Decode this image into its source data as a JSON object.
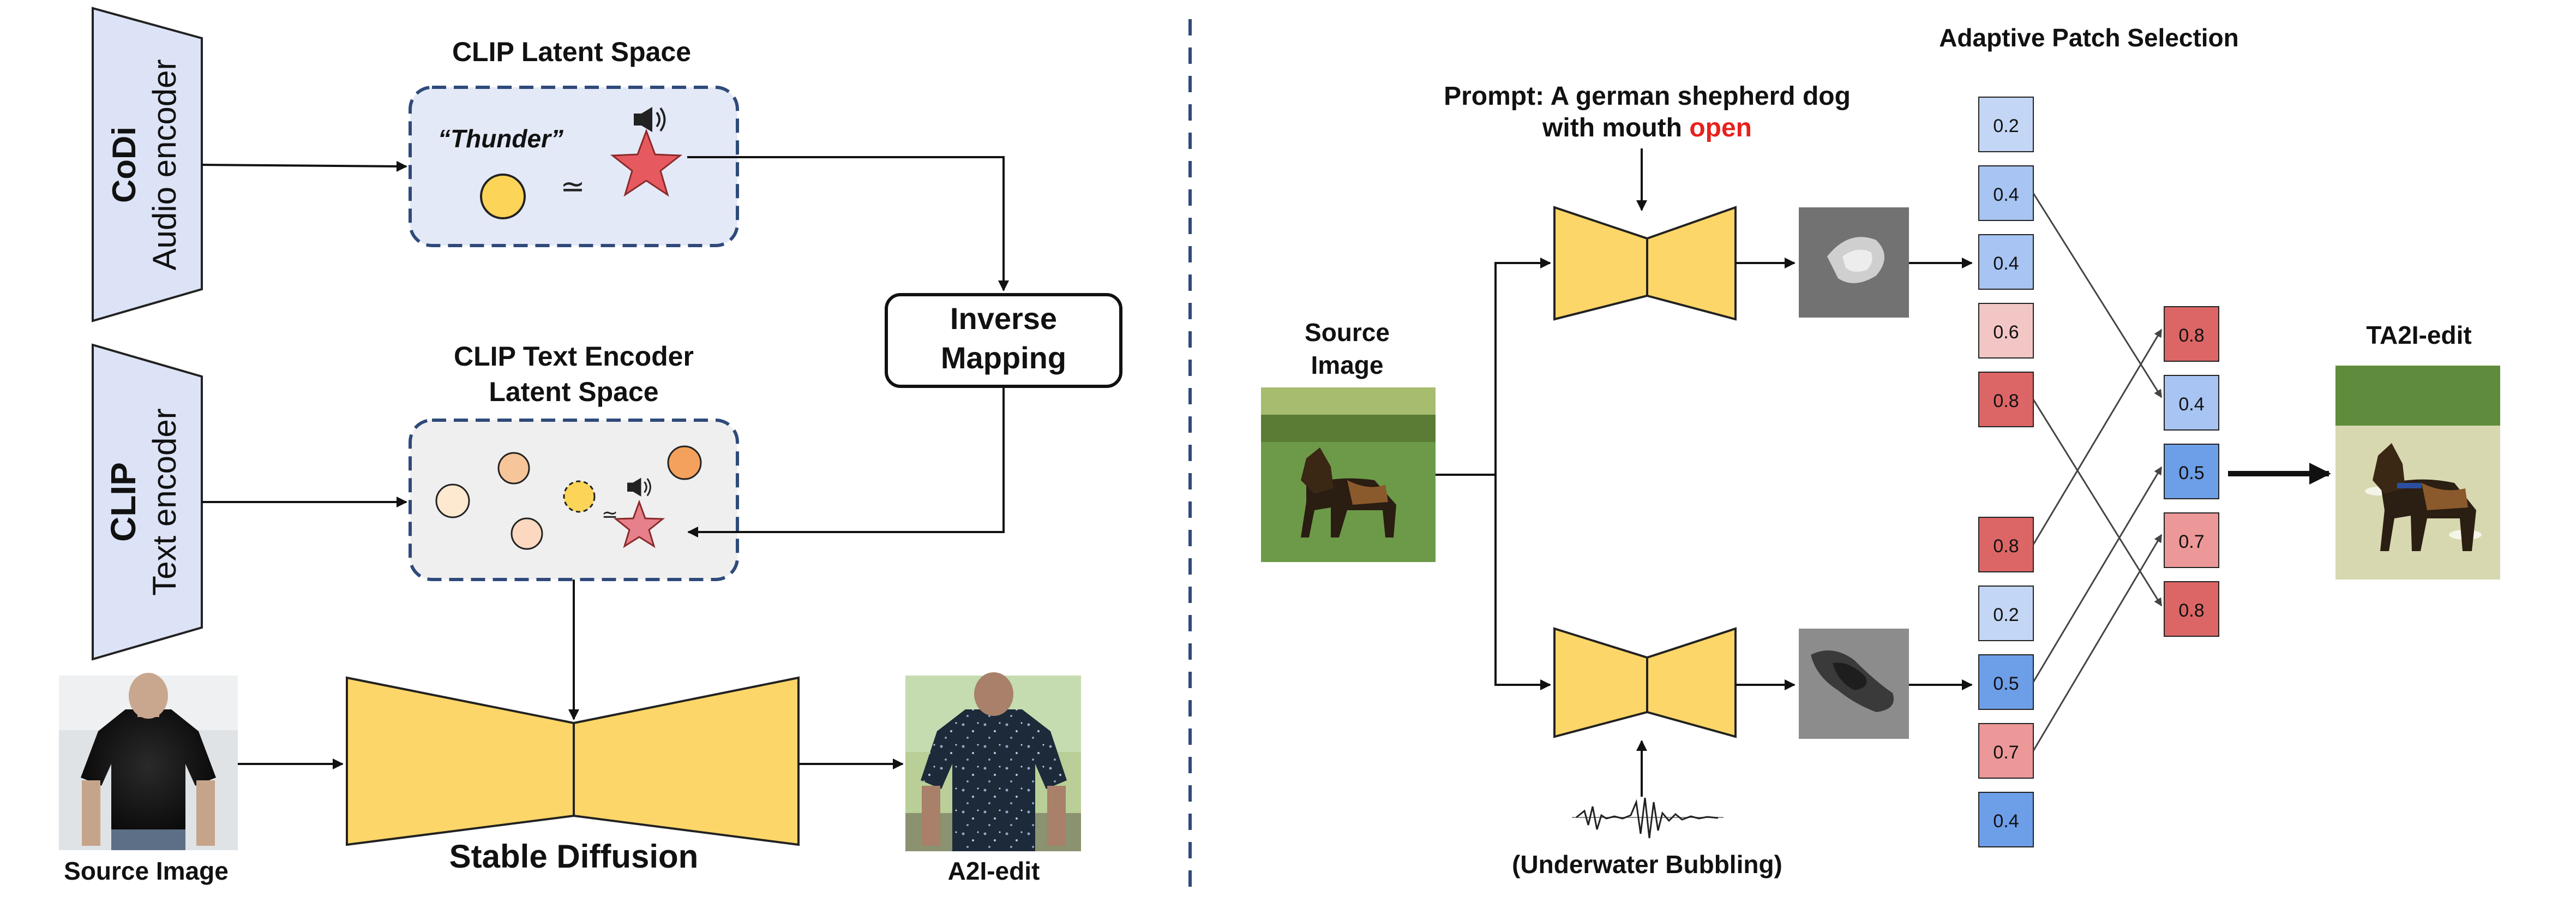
{
  "left": {
    "codi_title": "CoDi",
    "codi_subtitle": "Audio encoder",
    "clip_title": "CLIP",
    "clip_subtitle": "Text encoder",
    "latent_title": "CLIP Latent Space",
    "thunder_label": "“Thunder”",
    "approx_symbol": "≃",
    "text_latent_title_1": "CLIP Text Encoder",
    "text_latent_title_2": "Latent Space",
    "inverse_1": "Inverse",
    "inverse_2": "Mapping",
    "source_caption": "Source Image",
    "sd_caption": "Stable Diffusion",
    "edit_caption": "A2I-edit"
  },
  "right": {
    "prompt_1": "Prompt: A german shepherd dog",
    "prompt_2a": "with mouth ",
    "prompt_2b": "open",
    "source_1": "Source",
    "source_2": "Image",
    "aps_title": "Adaptive Patch Selection",
    "audio_caption": "(Underwater Bubbling)",
    "result_caption": "TA2I-edit",
    "text_scores": [
      "0.2",
      "0.4",
      "0.4",
      "0.6",
      "0.8"
    ],
    "audio_scores": [
      "0.8",
      "0.2",
      "0.5",
      "0.7",
      "0.4"
    ],
    "selected_scores": [
      "0.8",
      "0.4",
      "0.5",
      "0.7",
      "0.8"
    ]
  },
  "colors": {
    "encoder_fill": "#dde3f6",
    "unet_fill": "#fcd668",
    "latent_fill": "#e4e9f7",
    "dash_border": "#2f4a7a",
    "highlight": "#e8201c",
    "score_light_blue": "#c4d6f5",
    "score_mid_blue": "#a7c4f2",
    "score_blue": "#6d9ee8",
    "score_pink": "#f3c6c6",
    "score_light_red": "#ec9898",
    "score_red": "#dc6666"
  }
}
